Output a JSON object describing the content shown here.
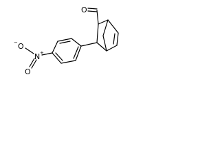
{
  "atoms": {
    "aldehyde_oxygen": "O",
    "nitro_nitrogen": "N",
    "nitro_charge": "+",
    "nitro_oxygen_double": "O",
    "nitro_oxygen_single": "O",
    "nitro_oxygen_charge": "−"
  },
  "colors": {
    "bond": "#000000",
    "text": "#000000",
    "background": "#ffffff"
  }
}
